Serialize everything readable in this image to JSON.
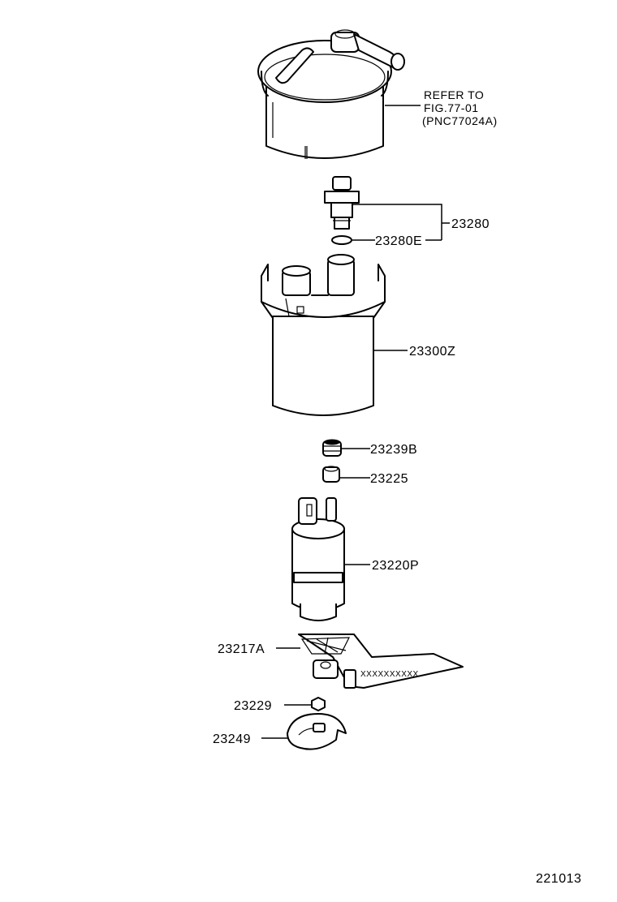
{
  "diagram": {
    "labels": {
      "refer_line1": "REFER TO",
      "refer_line2": "FIG.77-01",
      "refer_line3": "(PNC77024A)",
      "p23280": "23280",
      "p23280E": "23280E",
      "p23300Z": "23300Z",
      "p23239B": "23239B",
      "p23225": "23225",
      "p23220P": "23220P",
      "p23217A": "23217A",
      "p23229": "23229",
      "p23249": "23249",
      "filter_marking": "XXXXXXXXXX",
      "figure_number": "221013"
    }
  }
}
